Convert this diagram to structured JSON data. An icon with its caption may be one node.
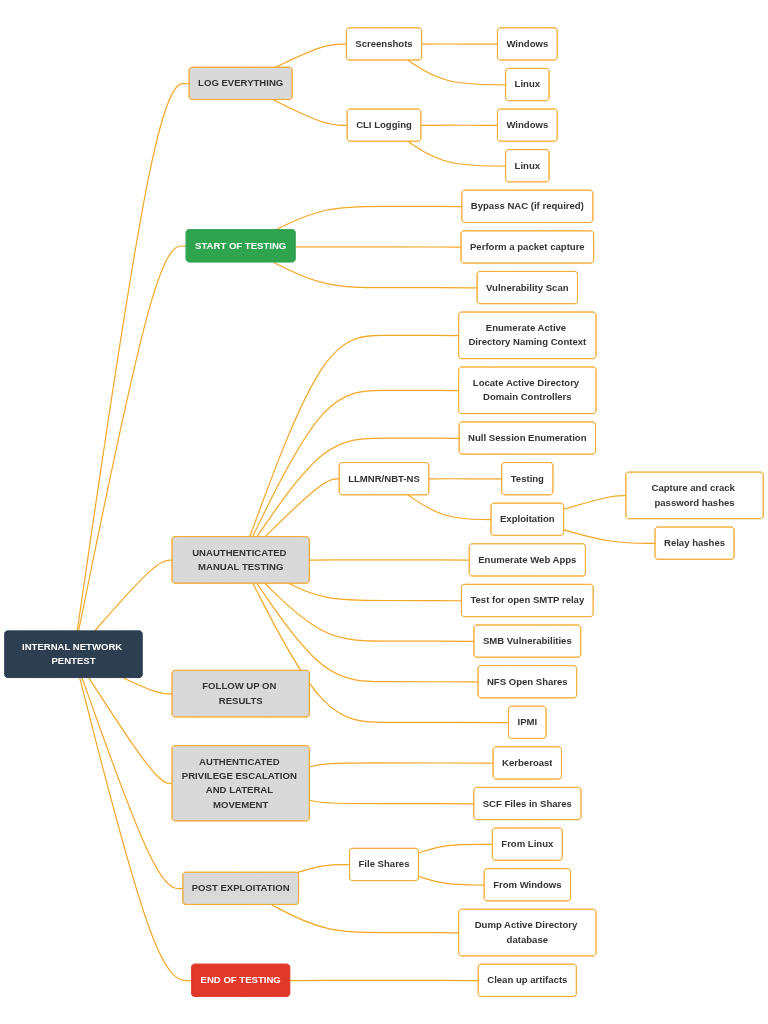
{
  "diagram": {
    "nodes": [
      {
        "text": [
          "INTERNAL NETWORK PENTEST"
        ]
      },
      {
        "text": [
          "LOG EVERYTHING"
        ]
      },
      {
        "text": [
          "Screenshots"
        ]
      },
      {
        "text": [
          "Windows"
        ]
      },
      {
        "text": [
          "Linux"
        ]
      },
      {
        "text": [
          "CLI Logging"
        ]
      },
      {
        "text": [
          "Windows"
        ]
      },
      {
        "text": [
          "Linux"
        ]
      },
      {
        "text": [
          "START OF TESTING"
        ]
      },
      {
        "text": [
          "Bypass NAC (if required)"
        ]
      },
      {
        "text": [
          "Perform a packet capture"
        ]
      },
      {
        "text": [
          "Vulnerability Scan"
        ]
      },
      {
        "text": [
          "UNAUTHENTICATED MANUAL TESTING"
        ]
      },
      {
        "text": [
          "Enumerate Active Directory Naming Context"
        ]
      },
      {
        "text": [
          "Locate Active Directory Domain Controllers"
        ]
      },
      {
        "text": [
          "Null Session Enumeration"
        ]
      },
      {
        "text": [
          "LLMNR/NBT-NS"
        ]
      },
      {
        "text": [
          "Testing"
        ]
      },
      {
        "text": [
          "Exploitation"
        ]
      },
      {
        "text": [
          "Capture and crack password hashes"
        ]
      },
      {
        "text": [
          "Relay hashes"
        ]
      },
      {
        "text": [
          "Enumerate Web Apps"
        ]
      },
      {
        "text": [
          "Test for open SMTP relay"
        ]
      },
      {
        "text": [
          "SMB Vulnerabilities"
        ]
      },
      {
        "text": [
          "NFS Open Shares"
        ]
      },
      {
        "text": [
          "IPMI"
        ]
      },
      {
        "text": [
          "FOLLOW UP ON RESULTS"
        ]
      },
      {
        "text": [
          "AUTHENTICATED PRIVILEGE ESCALATION AND LATERAL MOVEMENT"
        ]
      },
      {
        "text": [
          "Kerberoast"
        ]
      },
      {
        "text": [
          "SCF Files in Shares"
        ]
      },
      {
        "text": [
          "POST EXPLOITATION"
        ]
      },
      {
        "text": [
          "File Shares"
        ]
      },
      {
        "text": [
          "From Linux"
        ]
      },
      {
        "text": [
          "From Windows"
        ]
      },
      {
        "text": [
          "Dump Active Directory database"
        ]
      },
      {
        "text": [
          "END OF TESTING"
        ]
      },
      {
        "text": [
          "Clean up artifacts"
        ]
      }
    ],
    "edges": [
      {
        "from": 0,
        "to": 1,
        "arrow": "none"
      },
      {
        "from": 1,
        "to": 2,
        "arrow": "none"
      },
      {
        "from": 2,
        "to": 3,
        "arrow": "none"
      },
      {
        "from": 2,
        "to": 4,
        "arrow": "none"
      },
      {
        "from": 1,
        "to": 5,
        "arrow": "none"
      },
      {
        "from": 5,
        "to": 6,
        "arrow": "none"
      },
      {
        "from": 5,
        "to": 7,
        "arrow": "none"
      },
      {
        "from": 0,
        "to": 8,
        "arrow": "none"
      },
      {
        "from": 8,
        "to": 9,
        "arrow": "none"
      },
      {
        "from": 8,
        "to": 10,
        "arrow": "none"
      },
      {
        "from": 8,
        "to": 11,
        "arrow": "none"
      },
      {
        "from": 0,
        "to": 12,
        "arrow": "none"
      },
      {
        "from": 12,
        "to": 13,
        "arrow": "none"
      },
      {
        "from": 12,
        "to": 14,
        "arrow": "none"
      },
      {
        "from": 12,
        "to": 15,
        "arrow": "none"
      },
      {
        "from": 12,
        "to": 16,
        "arrow": "none"
      },
      {
        "from": 16,
        "to": 17,
        "arrow": "none"
      },
      {
        "from": 16,
        "to": 18,
        "arrow": "none"
      },
      {
        "from": 18,
        "to": 19,
        "arrow": "none"
      },
      {
        "from": 18,
        "to": 20,
        "arrow": "none"
      },
      {
        "from": 12,
        "to": 21,
        "arrow": "none"
      },
      {
        "from": 12,
        "to": 22,
        "arrow": "none"
      },
      {
        "from": 12,
        "to": 23,
        "arrow": "none"
      },
      {
        "from": 12,
        "to": 24,
        "arrow": "none"
      },
      {
        "from": 12,
        "to": 25,
        "arrow": "none"
      },
      {
        "from": 0,
        "to": 26,
        "arrow": "none"
      },
      {
        "from": 0,
        "to": 27,
        "arrow": "none"
      },
      {
        "from": 27,
        "to": 28,
        "arrow": "none"
      },
      {
        "from": 27,
        "to": 29,
        "arrow": "none"
      },
      {
        "from": 0,
        "to": 30,
        "arrow": "none"
      },
      {
        "from": 30,
        "to": 31,
        "arrow": "none"
      },
      {
        "from": 31,
        "to": 32,
        "arrow": "none"
      },
      {
        "from": 31,
        "to": 33,
        "arrow": "none"
      },
      {
        "from": 30,
        "to": 34,
        "arrow": "none"
      },
      {
        "from": 0,
        "to": 35,
        "arrow": "none"
      },
      {
        "from": 35,
        "to": 36,
        "arrow": "none"
      }
    ]
  }
}
